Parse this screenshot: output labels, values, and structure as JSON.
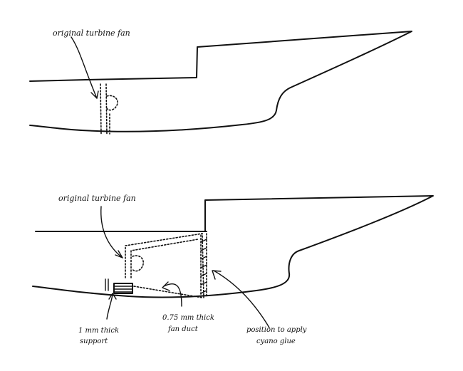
{
  "top_diagram": {
    "label_fan": "original turbine fan"
  },
  "bottom_diagram": {
    "label_fan": "original turbine fan",
    "label_support_1": "1 mm thick",
    "label_support_2": "support",
    "label_duct_1": "0.75 mm thick",
    "label_duct_2": "fan duct",
    "label_glue_1": "position to apply",
    "label_glue_2": "cyano glue"
  },
  "colors": {
    "ink": "#111111",
    "paper": "#ffffff"
  }
}
